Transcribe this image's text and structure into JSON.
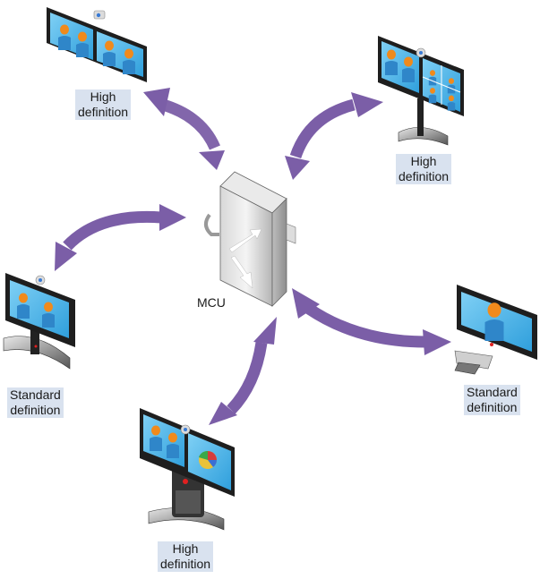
{
  "diagram": {
    "center": {
      "name": "MCU",
      "label": "MCU"
    },
    "endpoints": [
      {
        "id": "top-left",
        "type": "dual-screen wall display",
        "label_line1": "High",
        "label_line2": "definition"
      },
      {
        "id": "top-right",
        "type": "dual-screen display on stand",
        "label_line1": "High",
        "label_line2": "definition"
      },
      {
        "id": "left",
        "type": "single-screen display on stand",
        "label_line1": "Standard",
        "label_line2": "definition"
      },
      {
        "id": "right",
        "type": "desktop display with phone",
        "label_line1": "Standard",
        "label_line2": "definition"
      },
      {
        "id": "bottom",
        "type": "dual-screen telepresence with content",
        "label_line1": "High",
        "label_line2": "definition"
      }
    ],
    "connections": [
      {
        "from": "top-left",
        "to": "MCU",
        "direction": "bidirectional"
      },
      {
        "from": "top-right",
        "to": "MCU",
        "direction": "bidirectional"
      },
      {
        "from": "left",
        "to": "MCU",
        "direction": "bidirectional"
      },
      {
        "from": "right",
        "to": "MCU",
        "direction": "bidirectional"
      },
      {
        "from": "bottom",
        "to": "MCU",
        "direction": "bidirectional"
      }
    ],
    "colors": {
      "arrow": "#7b5ea7",
      "label_bg": "#d9e2ef",
      "screen": "#4fb3e8",
      "person_head": "#f08a1c",
      "person_body": "#2f86c9",
      "frame": "#222222"
    }
  }
}
